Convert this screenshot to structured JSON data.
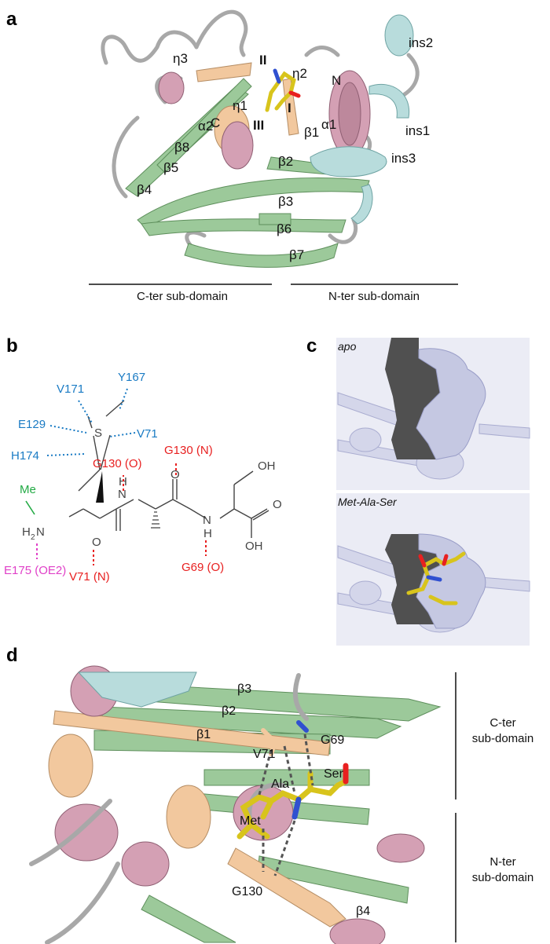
{
  "panels": {
    "a": {
      "letter": "a",
      "labels": {
        "eta3": "η3",
        "II": "II",
        "eta2": "η2",
        "N": "N",
        "ins2": "ins2",
        "eta1": "η1",
        "I": "I",
        "C": "C",
        "III": "III",
        "beta1": "β1",
        "alpha1": "α1",
        "ins1": "ins1",
        "beta8": "β8",
        "alpha2": "α2",
        "beta5": "β5",
        "beta2": "β2",
        "ins3": "ins3",
        "beta4": "β4",
        "beta3": "β3",
        "beta6": "β6",
        "beta7": "β7"
      },
      "subdomains": {
        "cter": "C-ter sub-domain",
        "nter": "N-ter sub-domain"
      }
    },
    "b": {
      "letter": "b",
      "blue": {
        "v171": "V171",
        "y167": "Y167",
        "e129": "E129",
        "v71": "V71",
        "h174": "H174"
      },
      "atoms": {
        "s": "S",
        "h2n": "H",
        "h2n_sub": "2",
        "h2n_n": "N",
        "nh1_h": "H",
        "nh1_n": "N",
        "o1": "O",
        "o2": "O",
        "nh2_n": "N",
        "nh2_h": "H",
        "oh_top": "OH",
        "o3": "O",
        "oh_bottom": "OH"
      },
      "green": {
        "me": "Me"
      },
      "magenta": {
        "e175": "E175 (OE2)"
      },
      "red": {
        "g130o": "G130 (O)",
        "g130n": "G130 (N)",
        "v71n": "V71 (N)",
        "g69o": "G69 (O)"
      }
    },
    "c": {
      "letter": "c",
      "top_title": "apo",
      "bottom_title": "Met-Ala-Ser"
    },
    "d": {
      "letter": "d",
      "labels": {
        "beta3": "β3",
        "beta2": "β2",
        "beta1": "β1",
        "g69": "G69",
        "v71": "V71",
        "ser": "Ser",
        "ala": "Ala",
        "met": "Met",
        "g130": "G130",
        "beta4": "β4"
      },
      "side": {
        "cter_line1": "C-ter",
        "cter_line2": "sub-domain",
        "nter_line1": "N-ter",
        "nter_line2": "sub-domain"
      }
    }
  },
  "colors": {
    "strand_green": "#9cc99a",
    "helix_pink": "#d4a0b4",
    "peach": "#f2c89e",
    "cyan_blue": "#b8dcdc",
    "loop_gray": "#a8a8a8",
    "yellow": "#e8d630",
    "surface": "#c5c8e2",
    "blue_text": "#1a7bc4",
    "red_text": "#e82020",
    "green_text": "#22aa44",
    "magenta_text": "#e040c8"
  }
}
